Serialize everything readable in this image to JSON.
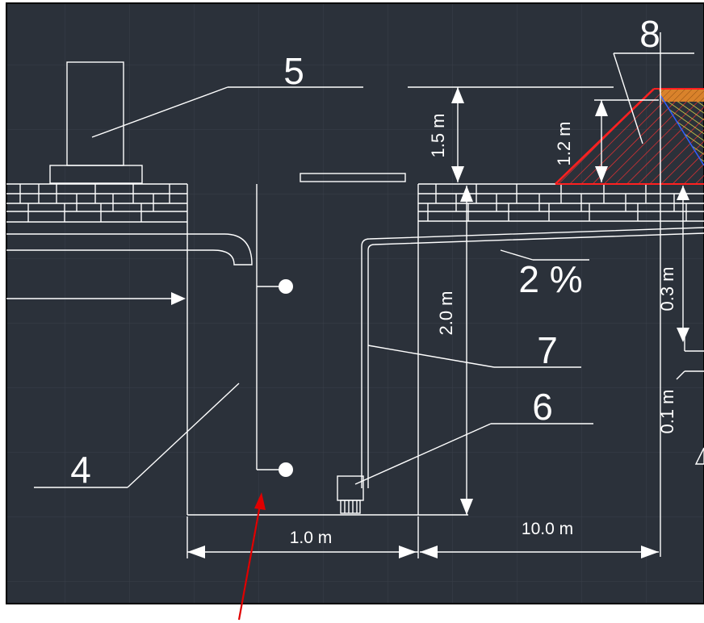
{
  "colors": {
    "background": "#2b313a",
    "line": "#ffffff",
    "hatch_red": "#ff3030",
    "hatch_orange": "#d9822b",
    "hatch_yellow": "#e8e84a",
    "annotation_arrow": "#e00000"
  },
  "labels": {
    "item_4": "4",
    "item_5": "5",
    "item_6": "6",
    "item_7": "7",
    "item_8": "8",
    "slope": "2 %"
  },
  "dimensions": {
    "h_1_5": "1.5 m",
    "h_1_2": "1.2 m",
    "h_2_0": "2.0 m",
    "h_0_3": "0.3 m",
    "h_0_1": "0.1 m",
    "w_1_0": "1.0 m",
    "w_10_0": "10.0 m"
  },
  "icons": [
    "dimension-arrow",
    "level-marker",
    "annotation-arrow"
  ]
}
